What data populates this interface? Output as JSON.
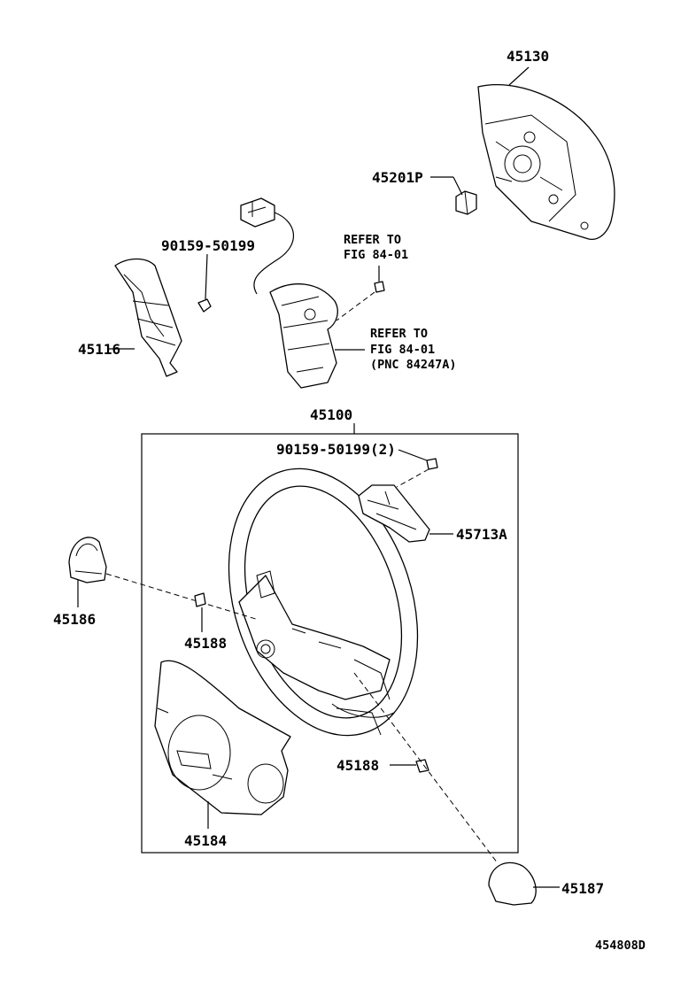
{
  "diagram": {
    "labels": {
      "p45130": "45130",
      "p45201p": "45201P",
      "p90159a": "90159-50199",
      "refer1a": "REFER TO",
      "refer1b": "FIG 84-01",
      "p45116": "45116",
      "refer2a": "REFER TO",
      "refer2b": "FIG 84-01",
      "refer2c": "(PNC 84247A)",
      "p45100": "45100",
      "p90159b": "90159-50199(2)",
      "p45713a": "45713A",
      "p45186": "45186",
      "p45188a": "45188",
      "p45188b": "45188",
      "p45184": "45184",
      "p45187": "45187",
      "code": "454808D"
    }
  }
}
